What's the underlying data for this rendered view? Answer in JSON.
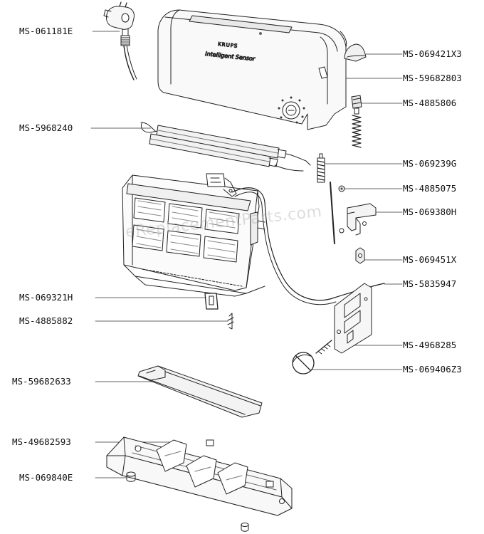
{
  "watermark": "eReplacementParts.com",
  "brand": "KRUPS",
  "product_text": "Intelligent Sensor",
  "labels": {
    "cord": "MS-061181E",
    "housing_knob": "MS-069421X3",
    "housing": "MS-59682803",
    "button": "MS-4885806",
    "heating": "MS-5968240",
    "rod_spring": "MS-069239G",
    "nut": "MS-4885075",
    "bracket": "MS-069380H",
    "clip": "MS-069451X",
    "pcb": "MS-5835947",
    "clip_small": "MS-069321H",
    "screw": "MS-4885882",
    "pcb_screw": "MS-4968285",
    "knob": "MS-069406Z3",
    "crumb_tray": "MS-59682633",
    "base": "MS-49682593",
    "foot": "MS-069840E"
  }
}
